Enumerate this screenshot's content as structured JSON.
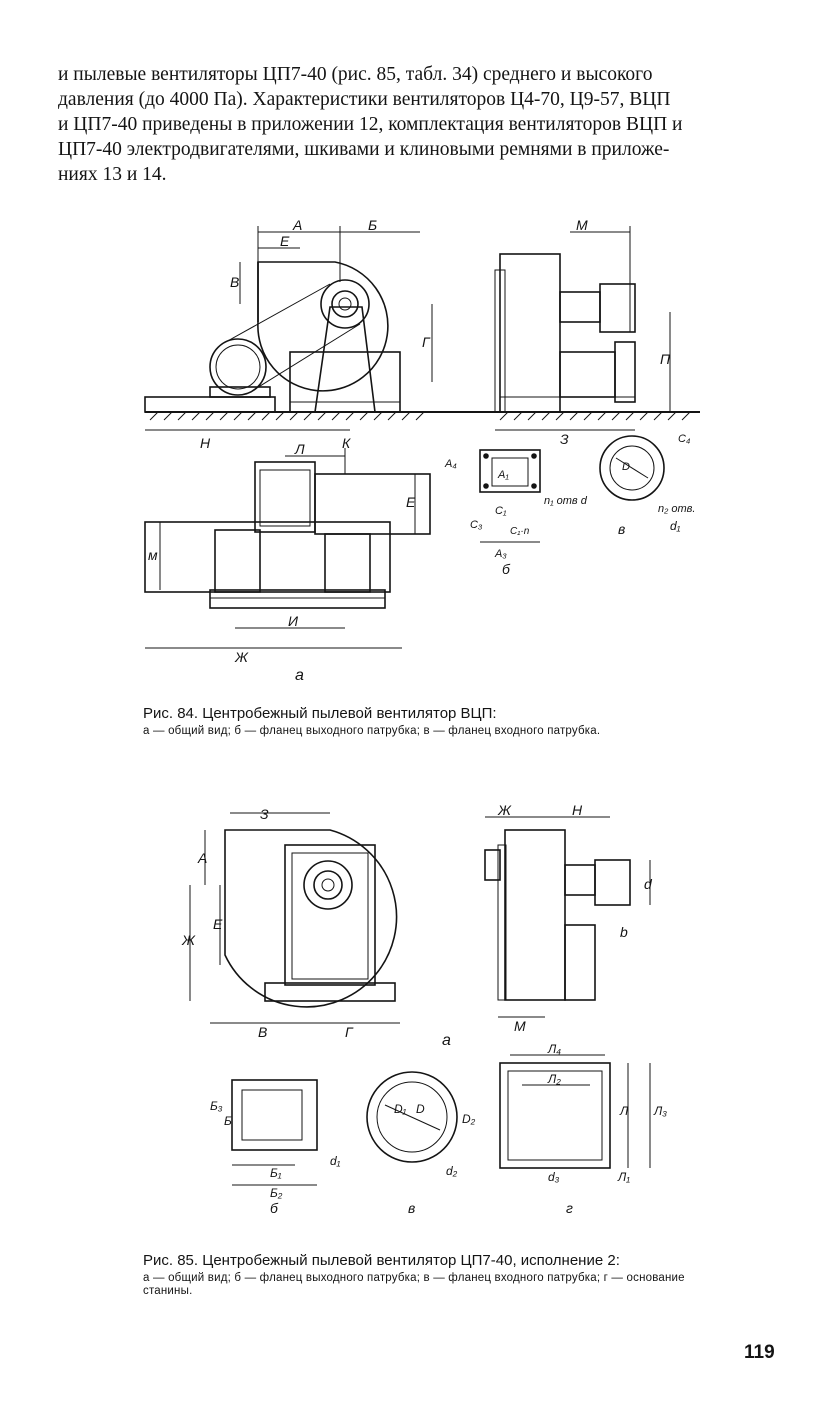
{
  "intro_lines": [
    "и пылевые вентиляторы ЦП7-40 (рис. 85, табл. 34) среднего и высокого",
    "давления (до 4000 Па). Характеристики вентиляторов Ц4-70, Ц9-57, ВЦП",
    "и ЦП7-40 приведены в приложении 12, комплектация вентиляторов ВЦП и",
    "ЦП7-40 электродвигателями, шкивами и клиновыми ремнями в приложе-",
    "ниях  13  и  14."
  ],
  "fig84": {
    "caption_title": "Рис. 84. Центробежный пылевой вентилятор ВЦП:",
    "caption_legend": "а — общий вид; б — фланец выходного патрубка; в — фланец входного патрубка.",
    "labels": {
      "A": "А",
      "B": "Б",
      "E": "Е",
      "V": "В",
      "G": "Г",
      "M": "М",
      "P": "П",
      "N": "Н",
      "K": "К",
      "Z": "З",
      "L": "Л",
      "Ye": "Е",
      "Mx": "м",
      "I": "И",
      "Zh": "Ж",
      "A4": "А₄",
      "A1": "А₁",
      "A3": "А₃",
      "C1": "С₁",
      "C3": "С₃",
      "Cn": "С₁·n",
      "C4": "С₄",
      "D": "D",
      "n1d": "n₁ отв d",
      "n2d1": "n₂ отв.",
      "d1": "d₁",
      "sub_a": "а",
      "sub_b": "б",
      "sub_v": "в"
    }
  },
  "fig85": {
    "caption_title": "Рис. 85. Центробежный пылевой вентилятор ЦП7-40, исполнение 2:",
    "caption_legend": "а — общий вид; б — фланец выходного патрубка; в — фланец входного патрубка; г — основание станины.",
    "labels": {
      "Z": "З",
      "A": "А",
      "Zh": "Ж",
      "E": "Е",
      "V": "В",
      "G": "Г",
      "ZhT": "Ж",
      "N": "Н",
      "d": "d",
      "b": "b",
      "M": "М",
      "B3": "Б₃",
      "B": "Б",
      "B1": "Б₁",
      "B2": "Б₂",
      "d1": "d₁",
      "D1": "D₁",
      "D": "D",
      "D2": "D₂",
      "d2": "d₂",
      "L4": "Л₄",
      "L2": "Л₂",
      "L": "Л",
      "L3": "Л₃",
      "d3": "d₃",
      "L1": "Л₁",
      "sub_a": "а",
      "sub_b": "б",
      "sub_v": "в",
      "sub_g": "г"
    }
  },
  "page_number": "119"
}
